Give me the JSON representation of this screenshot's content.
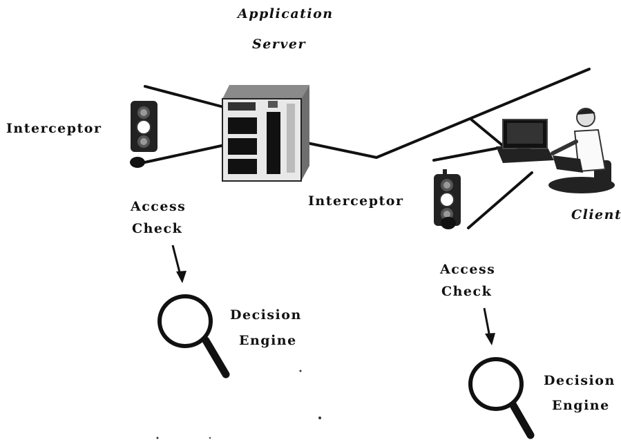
{
  "labels": {
    "app_server_line1": "Application",
    "app_server_line2": "Server",
    "interceptor_left": "Interceptor",
    "interceptor_mid": "Interceptor",
    "client": "Client",
    "access_check_left_1": "Access",
    "access_check_left_2": "Check",
    "access_check_right_1": "Access",
    "access_check_right_2": "Check",
    "decision_left_1": "Decision",
    "decision_left_2": "Engine",
    "decision_right_1": "Decision",
    "decision_right_2": "Engine"
  },
  "icons": [
    "server-icon",
    "traffic-light-icon",
    "computer-user-icon",
    "magnifying-glass-icon"
  ],
  "colors": {
    "ink": "#111111",
    "background": "#ffffff"
  }
}
